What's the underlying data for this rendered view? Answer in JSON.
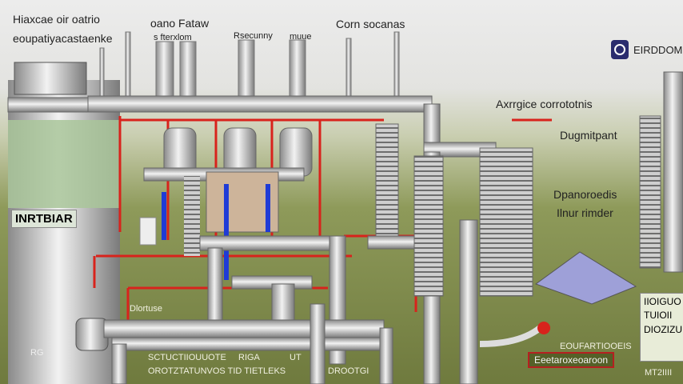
{
  "labels": {
    "title_line1": "Hiaxcae oir oatrio",
    "title_line2": "eoupatiyacastaenke",
    "top_a": "oano Fataw",
    "top_a_sub": "s fterxlom",
    "top_b": "Rsecunny",
    "top_b_sub": "muue",
    "top_c": "Corn socanas",
    "brand": "EIRDDOM",
    "right_1": "Axrrgice corrototnis",
    "right_2": "Dugmitpant",
    "right_3": "Dpanoroedis",
    "right_4": "Ilnur rimder",
    "tank_label": "INRTBIAR",
    "tank_small": "RG",
    "left_bottom": "Dlortuse",
    "bottom_1": "SCTUCTIIOUUOTE",
    "bottom_1b": "RIGA",
    "bottom_1c": "UT",
    "bottom_2": "OROTZTATUNVOS TID TIETLEKS",
    "bottom_3": "DROOTGI",
    "bottom_right_sub": "EOUFARTIOOEIS",
    "bottom_right": "Eeetaroxeoaroon",
    "far_right_1": "IIOIGUO",
    "far_right_2": "TUIOII",
    "far_right_3": "DIOZIZU",
    "far_right_4": "MT2IIII"
  },
  "colors": {
    "pipe": "#c8c8c8",
    "accent_red": "#d8231c",
    "blue": "#1f3bd6",
    "tank_green": "#a9c69a",
    "diamond": "#9ea0d8"
  }
}
